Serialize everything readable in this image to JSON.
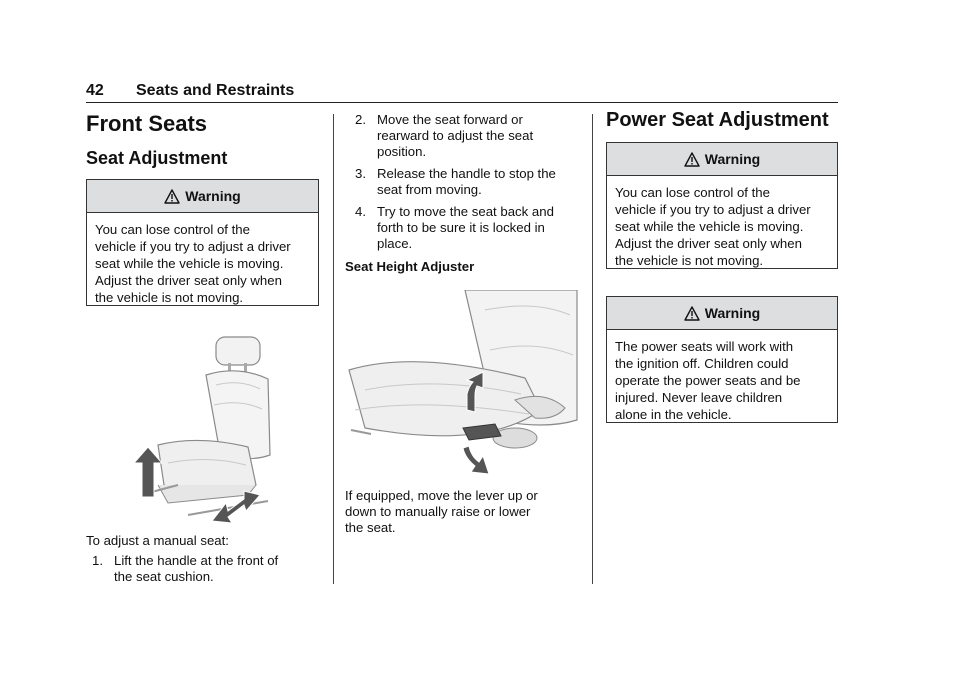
{
  "header": {
    "page_number": "42",
    "chapter": "Seats and Restraints"
  },
  "col1": {
    "title": "Front Seats",
    "subtitle": "Seat Adjustment",
    "warning": {
      "label": "Warning",
      "lines": [
        "You can lose control of the",
        "vehicle if you try to adjust a driver",
        "seat while the vehicle is moving.",
        "Adjust the driver seat only when",
        "the vehicle is not moving."
      ]
    },
    "intro": "To adjust a manual seat:",
    "steps": [
      {
        "num": "1.",
        "lines": [
          "Lift the handle at the front of",
          "the seat cushion."
        ]
      }
    ]
  },
  "col2": {
    "steps": [
      {
        "num": "2.",
        "lines": [
          "Move the seat forward or",
          "rearward to adjust the seat",
          "position."
        ]
      },
      {
        "num": "3.",
        "lines": [
          "Release the handle to stop the",
          "seat from moving."
        ]
      },
      {
        "num": "4.",
        "lines": [
          "Try to move the seat back and",
          "forth to be sure it is locked in",
          "place."
        ]
      }
    ],
    "subheading": "Seat Height Adjuster",
    "caption_lines": [
      "If equipped, move the lever up or",
      "down to manually raise or lower",
      "the seat."
    ]
  },
  "col3": {
    "title": "Power Seat Adjustment",
    "warning1": {
      "label": "Warning",
      "lines": [
        "You can lose control of the",
        "vehicle if you try to adjust a driver",
        "seat while the vehicle is moving.",
        "Adjust the driver seat only when",
        "the vehicle is not moving."
      ]
    },
    "warning2": {
      "label": "Warning",
      "lines": [
        "The power seats will work with",
        "the ignition off. Children could",
        "operate the power seats and be",
        "injured. Never leave children",
        "alone in the vehicle."
      ]
    }
  },
  "colors": {
    "warning_header": "#dcdedf",
    "arrow": "#555555",
    "rule": "#222222"
  },
  "icons": {
    "warning": "warning-triangle-icon"
  }
}
